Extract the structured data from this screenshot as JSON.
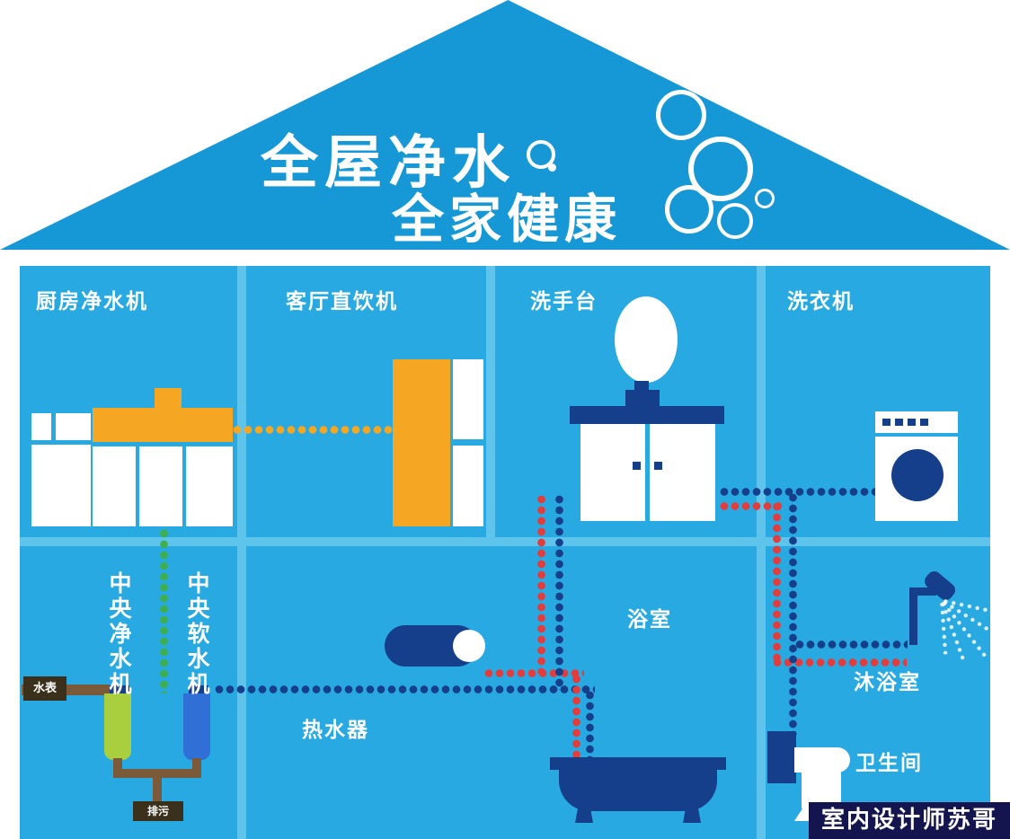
{
  "title": {
    "line1": "全屋净水",
    "line2": "全家健康"
  },
  "labels": {
    "kitchen_purifier": "厨房净水机",
    "living_dispenser": "客厅直饮机",
    "wash_basin": "洗手台",
    "washing_machine": "洗衣机",
    "central_purifier": "中央净水机",
    "central_softener": "中央软水机",
    "water_heater": "热水器",
    "bathroom": "浴室",
    "shower_room": "沐浴室",
    "toilet": "卫生间",
    "water_meter": "水表",
    "drain": "排污"
  },
  "watermark": "室内设计师苏哥",
  "colors": {
    "roof_blue": "#1798d6",
    "house_blue": "#29a9e1",
    "wall_light_blue": "#5fc4ec",
    "cold_water_pipe_navy": "#153f8a",
    "hot_water_pipe_red": "#e23c3c",
    "purified_water_pipe_green": "#3fae4e",
    "drinking_water_pipe_orange": "#f5a623",
    "raw_water_pipe_brown": "#7a5a38",
    "purifier_unit_green": "#a9cf3e",
    "softener_unit_blue": "#2f6fd6",
    "watermark_bg": "#14144e"
  }
}
